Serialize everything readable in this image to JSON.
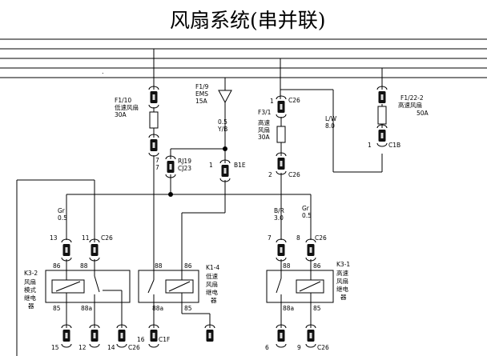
{
  "title": "风扇系统(串并联)",
  "dot_mark": ".",
  "fuses": {
    "f1_10": {
      "id": "F1/10",
      "name": "低速风扇",
      "rating": "30A"
    },
    "f1_9": {
      "id": "F1/9",
      "name": "EMS",
      "rating": "15A"
    },
    "f3_1": {
      "id": "F3/1",
      "name1": "高速",
      "name2": "风扇",
      "rating": "30A"
    },
    "f1_22": {
      "id": "F1/22-2",
      "name": "高速风扇",
      "rating": "50A"
    }
  },
  "wires": {
    "yb": {
      "size": "0.5",
      "color": "Y/B"
    },
    "lw": {
      "color": "L/W",
      "size": "8.0"
    },
    "br": {
      "color": "B/R",
      "size": "3.0"
    },
    "gr_left": {
      "color": "Gr",
      "size": "0.5"
    },
    "gr_right": {
      "color": "Gr",
      "size": "0.5"
    }
  },
  "connectors": {
    "c26": "C26",
    "c1b": "C1B",
    "b1e": "B1E",
    "rj19": "RJ19",
    "cj23": "CJ23",
    "c1f": "C1F"
  },
  "pins": {
    "p7a": "7",
    "p7b": "7",
    "p1_b1e": "1",
    "p1_c26": "1",
    "p2_c26": "2",
    "p1_c1b": "1",
    "p13": "13",
    "p11": "11",
    "p7": "7",
    "p8": "8",
    "p15": "15",
    "p12": "12",
    "p14": "14",
    "p16": "16",
    "p6": "6",
    "p9": "9"
  },
  "relays": {
    "k3_2": {
      "id": "K3-2",
      "line1": "风扇",
      "line2": "模式",
      "line3": "继电",
      "line4": "器",
      "t86": "86",
      "t85": "85",
      "t88": "88",
      "t88a": "88a"
    },
    "k1_4": {
      "id": "K1-4",
      "line1": "低速",
      "line2": "风扇",
      "line3": "继电",
      "line4": "器",
      "t86": "86",
      "t85": "85",
      "t88": "88",
      "t88a": "88a"
    },
    "k3_1": {
      "id": "K3-1",
      "line1": "高速",
      "line2": "风扇",
      "line3": "继电",
      "line4": "器",
      "t86": "86",
      "t85": "85",
      "t88": "88",
      "t88a": "88a"
    }
  }
}
